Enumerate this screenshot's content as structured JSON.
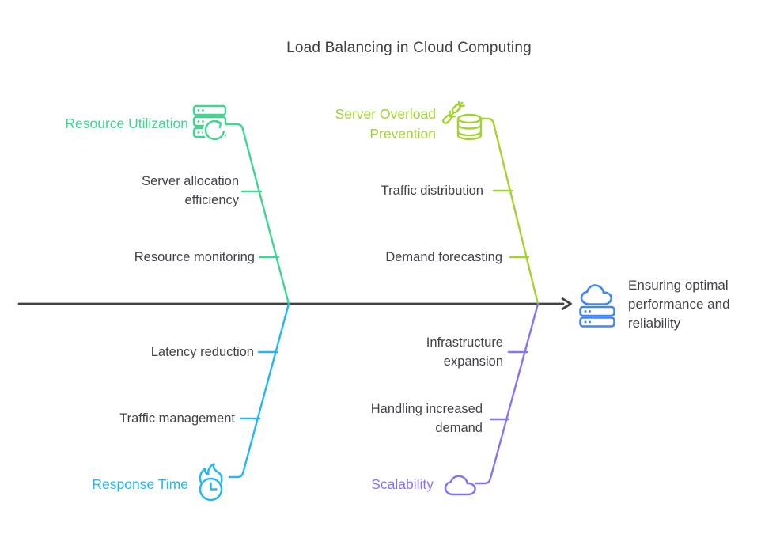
{
  "title": "Load Balancing in Cloud Computing",
  "colors": {
    "spine": "#424242",
    "text": "#40444a",
    "title": "#3d4043"
  },
  "head": {
    "text": "Ensuring optimal performance and reliability",
    "icon": "cloud-server-icon",
    "color": "#4285f4"
  },
  "branches": [
    {
      "id": "resource-utilization",
      "label": "Resource Utilization",
      "color": "#3fd68f",
      "icon": "server-refresh-icon",
      "position": "top-left",
      "items": [
        "Server allocation efficiency",
        "Resource monitoring"
      ]
    },
    {
      "id": "server-overload-prevention",
      "label": "Server Overload Prevention",
      "color": "#a2d233",
      "icon": "database-overload-icon",
      "position": "top-right",
      "items": [
        "Traffic distribution",
        "Demand forecasting"
      ]
    },
    {
      "id": "response-time",
      "label": "Response Time",
      "color": "#24b7f2",
      "icon": "flaming-clock-icon",
      "position": "bottom-left",
      "items": [
        "Latency reduction",
        "Traffic management"
      ]
    },
    {
      "id": "scalability",
      "label": "Scalability",
      "color": "#8a72f2",
      "icon": "cloud-icon",
      "position": "bottom-right",
      "items": [
        "Infrastructure expansion",
        "Handling increased demand"
      ]
    }
  ]
}
